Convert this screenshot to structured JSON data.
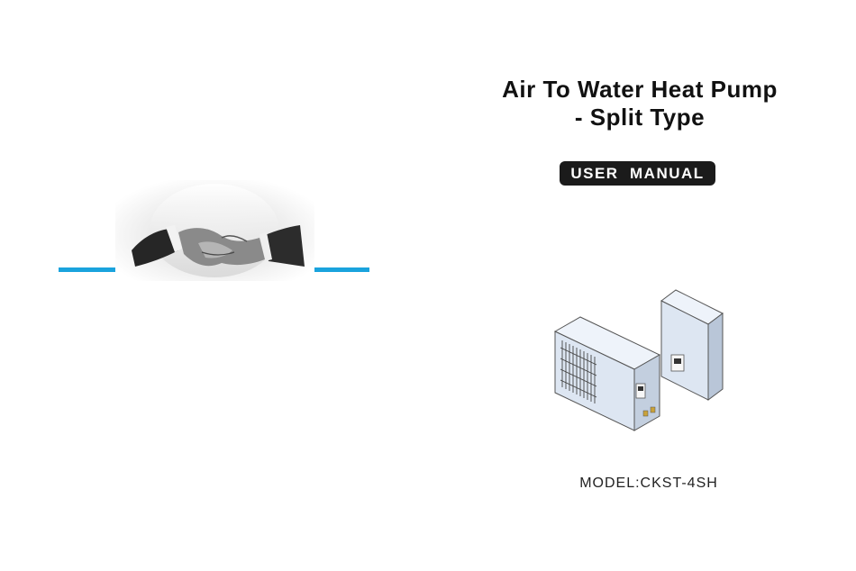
{
  "cover": {
    "title_line1": "Air To Water Heat Pump",
    "title_line2": "- Split Type",
    "badge": "USER  MANUAL",
    "model": "MODEL:CKST-4SH"
  },
  "colors": {
    "accent_blue": "#1aa3dd",
    "badge_bg": "#1b1b1b",
    "unit_fill": "#dde6f2"
  },
  "icons": {
    "left_image": "handshake-photo",
    "right_image": "heat-pump-units-illustration"
  }
}
